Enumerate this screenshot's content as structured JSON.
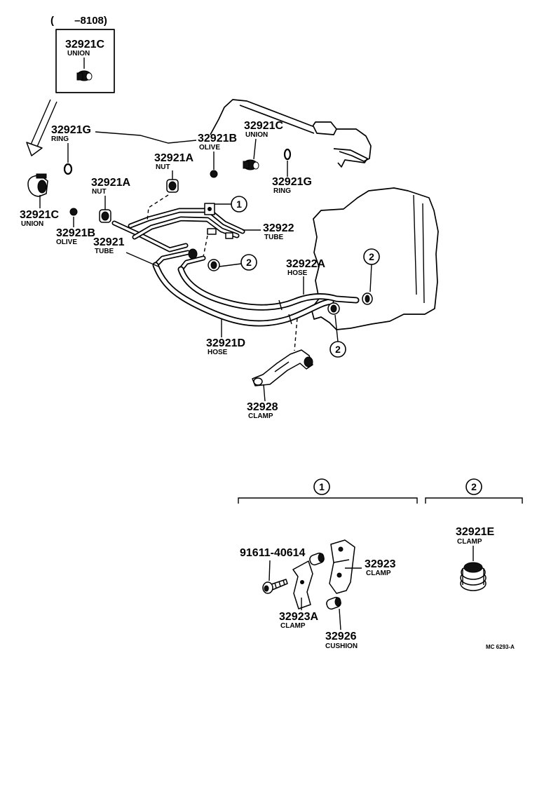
{
  "header": {
    "range": "(       –8108)"
  },
  "inset": {
    "part_number": "32921C",
    "name": "UNION"
  },
  "labels": {
    "ring_left": {
      "part_number": "32921G",
      "name": "RING"
    },
    "olive_top": {
      "part_number": "32921B",
      "name": "OLIVE"
    },
    "union_top": {
      "part_number": "32921C",
      "name": "UNION"
    },
    "ring_right": {
      "part_number": "32921G",
      "name": "RING"
    },
    "nut_center": {
      "part_number": "32921A",
      "name": "NUT"
    },
    "nut_left": {
      "part_number": "32921A",
      "name": "NUT"
    },
    "union_left": {
      "part_number": "32921C",
      "name": "UNION"
    },
    "olive_left": {
      "part_number": "32921B",
      "name": "OLIVE"
    },
    "tube_main": {
      "part_number": "32921",
      "name": "TUBE"
    },
    "tube_secondary": {
      "part_number": "32922",
      "name": "TUBE"
    },
    "hose_upper": {
      "part_number": "32922A",
      "name": "HOSE"
    },
    "hose_lower": {
      "part_number": "32921D",
      "name": "HOSE"
    },
    "clamp_bracket": {
      "part_number": "32928",
      "name": "CLAMP"
    }
  },
  "callouts": {
    "group_1": "1",
    "group_2": "2"
  },
  "groups": [
    {
      "callout": "1",
      "parts": [
        {
          "part_number": "91611-40614",
          "name": ""
        },
        {
          "part_number": "32923",
          "name": "CLAMP"
        },
        {
          "part_number": "32923A",
          "name": "CLAMP"
        },
        {
          "part_number": "32926",
          "name": "CUSHION"
        }
      ]
    },
    {
      "callout": "2",
      "parts": [
        {
          "part_number": "32921E",
          "name": "CLAMP"
        }
      ]
    }
  ],
  "footer_code": "MC 6293-A"
}
